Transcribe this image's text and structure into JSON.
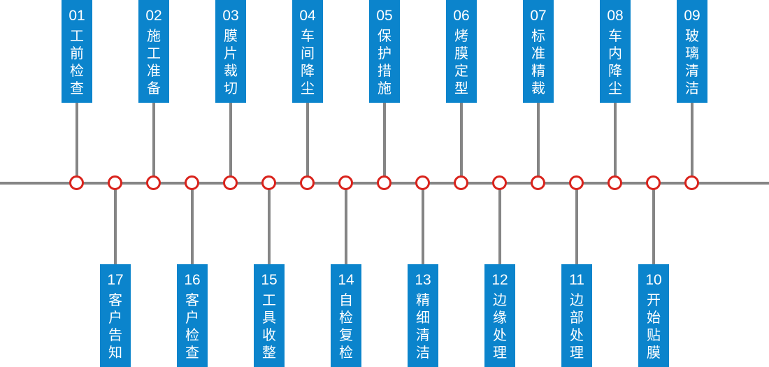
{
  "colors": {
    "box": "#0b84cc",
    "line": "#858585",
    "node": "#d9231c"
  },
  "top_steps": [
    {
      "num": "01",
      "label": [
        "工",
        "前",
        "检",
        "查"
      ]
    },
    {
      "num": "02",
      "label": [
        "施",
        "工",
        "准",
        "备"
      ]
    },
    {
      "num": "03",
      "label": [
        "膜",
        "片",
        "裁",
        "切"
      ]
    },
    {
      "num": "04",
      "label": [
        "车",
        "间",
        "降",
        "尘"
      ]
    },
    {
      "num": "05",
      "label": [
        "保",
        "护",
        "措",
        "施"
      ]
    },
    {
      "num": "06",
      "label": [
        "烤",
        "膜",
        "定",
        "型"
      ]
    },
    {
      "num": "07",
      "label": [
        "标",
        "准",
        "精",
        "裁"
      ]
    },
    {
      "num": "08",
      "label": [
        "车",
        "内",
        "降",
        "尘"
      ]
    },
    {
      "num": "09",
      "label": [
        "玻",
        "璃",
        "清",
        "洁"
      ]
    }
  ],
  "bottom_steps": [
    {
      "num": "17",
      "label": [
        "客",
        "户",
        "告",
        "知"
      ]
    },
    {
      "num": "16",
      "label": [
        "客",
        "户",
        "检",
        "查"
      ]
    },
    {
      "num": "15",
      "label": [
        "工",
        "具",
        "收",
        "整"
      ]
    },
    {
      "num": "14",
      "label": [
        "自",
        "检",
        "复",
        "检"
      ]
    },
    {
      "num": "13",
      "label": [
        "精",
        "细",
        "清",
        "洁"
      ]
    },
    {
      "num": "12",
      "label": [
        "边",
        "缘",
        "处",
        "理"
      ]
    },
    {
      "num": "11",
      "label": [
        "边",
        "部",
        "处",
        "理"
      ]
    },
    {
      "num": "10",
      "label": [
        "开",
        "始",
        "贴",
        "膜"
      ]
    }
  ]
}
